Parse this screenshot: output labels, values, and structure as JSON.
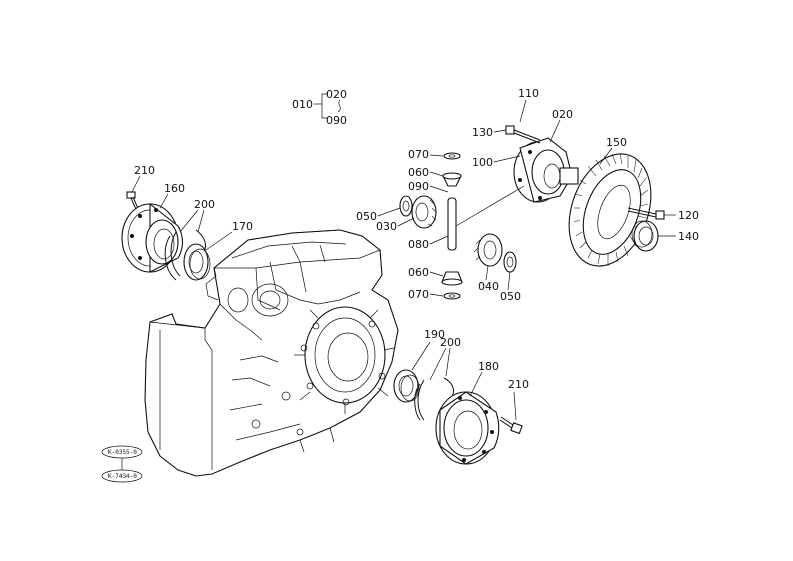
{
  "diagram": {
    "labels": {
      "p010": "010",
      "p020_top": "020",
      "p090_top": "090",
      "p020": "020",
      "p110": "110",
      "p130": "130",
      "p100": "100",
      "p150": "150",
      "p070_a": "070",
      "p060_a": "060",
      "p090": "090",
      "p050_a": "050",
      "p030": "030",
      "p080": "080",
      "p060_b": "060",
      "p070_b": "070",
      "p040": "040",
      "p050_b": "050",
      "p120": "120",
      "p140": "140",
      "p210_a": "210",
      "p160": "160",
      "p200_a": "200",
      "p170": "170",
      "p190": "190",
      "p200_b": "200",
      "p180": "180",
      "p210_b": "210"
    },
    "references": {
      "ref1": "K-0355-0",
      "ref2": "K-7434-0"
    }
  }
}
